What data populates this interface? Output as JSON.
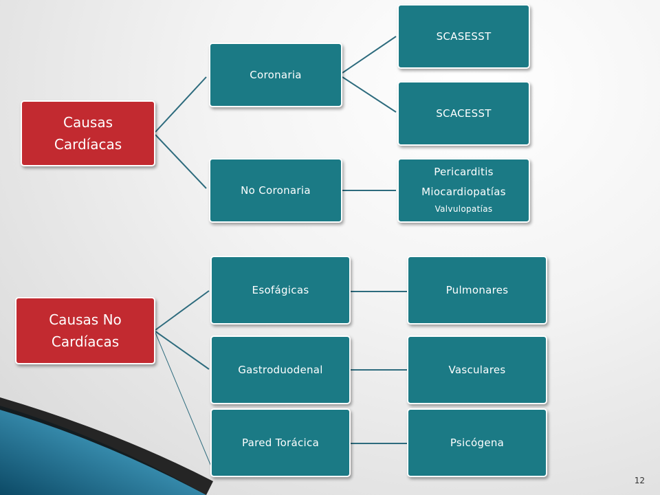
{
  "slide": {
    "page_number": "12"
  },
  "cardiac": {
    "root": {
      "line1": "Causas",
      "line2": "Cardíacas"
    },
    "coronaria": "Coronaria",
    "scasesst": "SCASESST",
    "scacesst": "SCACESST",
    "no_coronaria": "No Coronaria",
    "no_coronaria_list": {
      "item1": "Pericarditis",
      "item2": "Miocardiopatías",
      "item3": "Valvulopatías"
    }
  },
  "non_cardiac": {
    "root": {
      "line1": "Causas No",
      "line2": "Cardíacas"
    },
    "esofagicas": "Esofágicas",
    "pulmonares": "Pulmonares",
    "gastroduodenal": "Gastroduodenal",
    "vasculares": "Vasculares",
    "pared_toracica": "Pared Torácica",
    "psicogena": "Psicógena"
  },
  "colors": {
    "teal": "#1b7a85",
    "red": "#c22a30",
    "connector": "#2d6b7d",
    "corner_dark": "#0f4e6b",
    "corner_light": "#5fb2cc"
  }
}
